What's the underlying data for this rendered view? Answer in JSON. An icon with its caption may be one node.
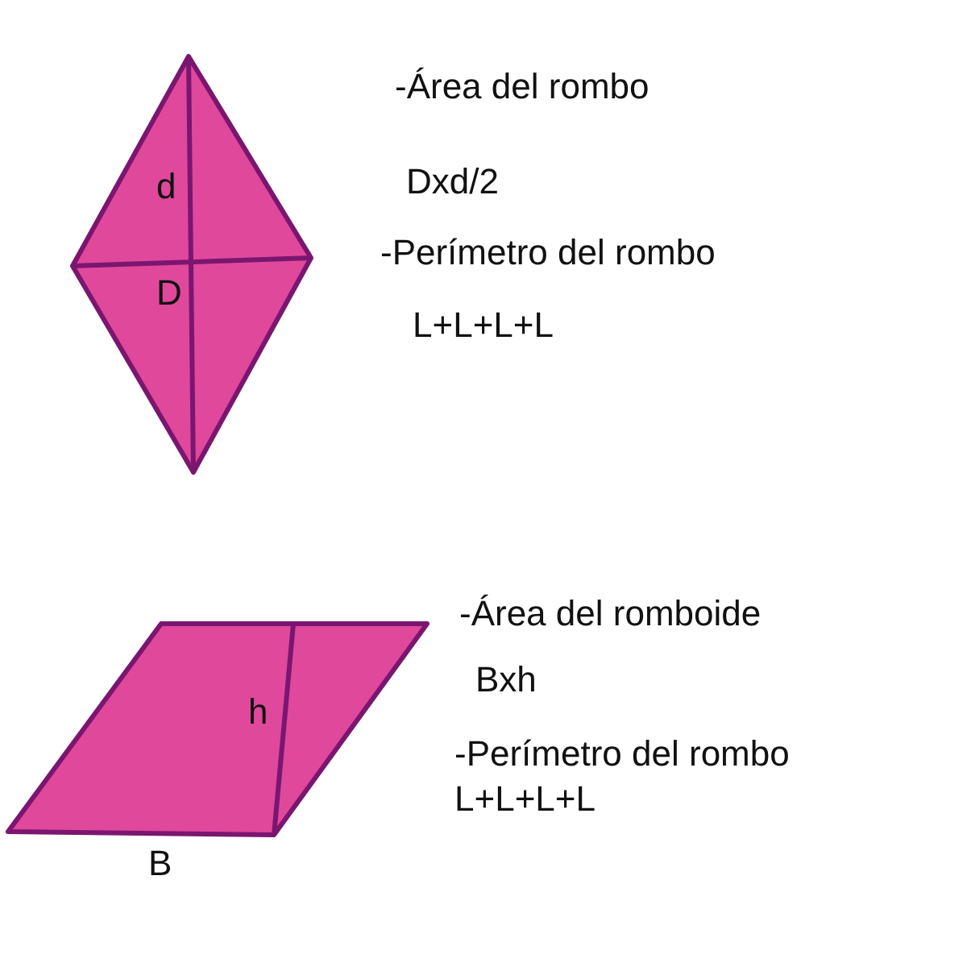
{
  "diagram": {
    "nodes": [
      {
        "text": [
          "d",
          "D"
        ]
      },
      {
        "text": [
          "h"
        ],
        "beside": [
          "B"
        ]
      }
    ],
    "labels": [
      "-Área del rombo",
      "Dxd/2",
      "-Perímetro del rombo",
      "L+L+L+L",
      "-Área del romboide",
      "Bxh",
      "-Perímetro del rombo",
      "L+L+L+L"
    ]
  }
}
